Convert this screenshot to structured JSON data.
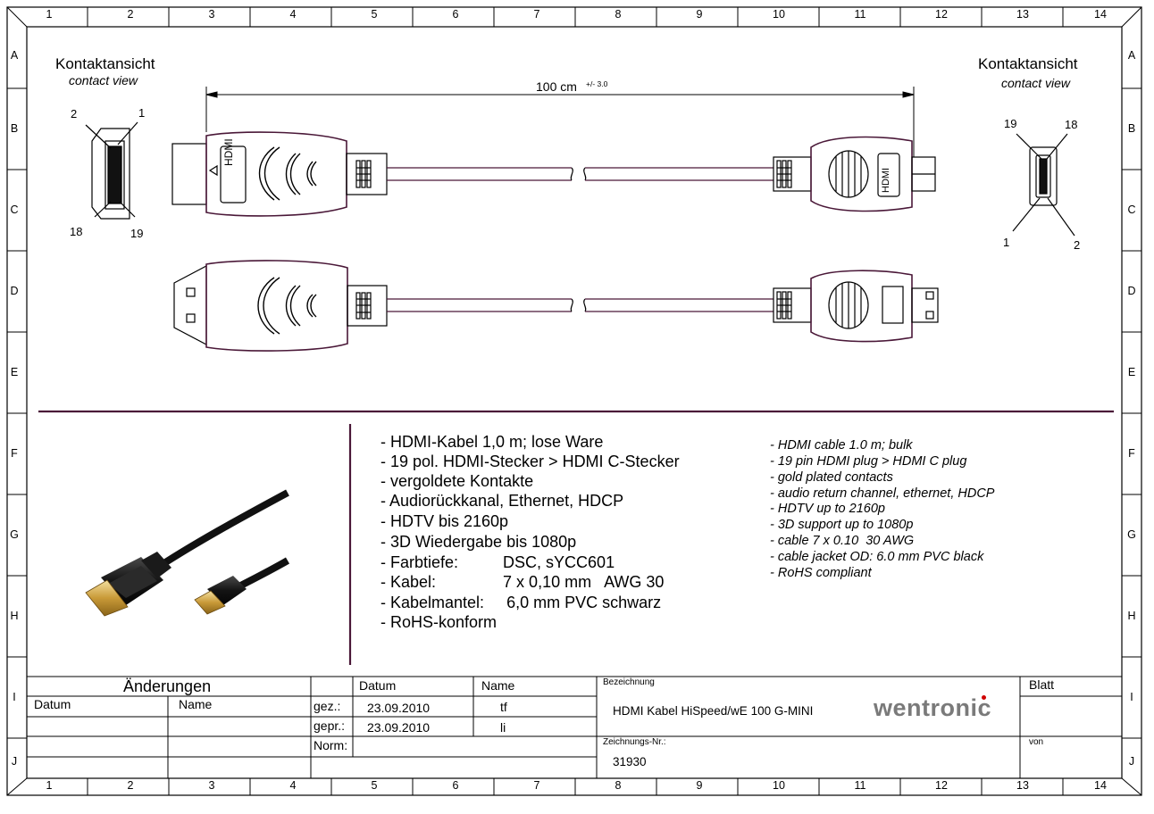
{
  "grid": {
    "columns": [
      "1",
      "2",
      "3",
      "4",
      "5",
      "6",
      "7",
      "8",
      "9",
      "10",
      "11",
      "12",
      "13",
      "14"
    ],
    "rows": [
      "A",
      "B",
      "C",
      "D",
      "E",
      "F",
      "G",
      "H",
      "I",
      "J"
    ]
  },
  "contact_view_left": {
    "title": "Kontaktansicht",
    "subtitle": "contact view",
    "pin_top_left": "2",
    "pin_top_right": "1",
    "pin_bottom_left": "18",
    "pin_bottom_right": "19"
  },
  "contact_view_right": {
    "title": "Kontaktansicht",
    "subtitle": "contact view",
    "pin_top_left": "19",
    "pin_top_right": "18",
    "pin_bottom_left": "1",
    "pin_bottom_right": "2"
  },
  "dimension": {
    "length": "100 cm",
    "tolerance": "+/- 3.0"
  },
  "connector_label": "HDMI",
  "features_de": [
    "- HDMI-Kabel 1,0 m; lose Ware",
    "- 19 pol. HDMI-Stecker > HDMI C-Stecker",
    "- vergoldete Kontakte",
    "- Audiorückkanal, Ethernet, HDCP",
    "- HDTV bis 2160p",
    "- 3D Wiedergabe bis 1080p",
    "- Farbtiefe:          DSC, sYCC601",
    "- Kabel:               7 x 0,10 mm   AWG 30",
    "- Kabelmantel:     6,0 mm PVC schwarz",
    "- RoHS-konform"
  ],
  "features_en": [
    "- HDMI cable 1.0 m; bulk",
    "- 19 pin HDMI plug > HDMI C plug",
    "- gold plated contacts",
    "- audio return channel, ethernet, HDCP",
    "- HDTV up to 2160p",
    "- 3D support up to 1080p",
    "- cable 7 x 0.10  30 AWG",
    "- cable jacket OD: 6.0 mm PVC black",
    "- RoHS compliant"
  ],
  "title_block": {
    "changes_title": "Änderungen",
    "col_date": "Datum",
    "col_name": "Name",
    "drawn_label": "gez.:",
    "drawn_date": "23.09.2010",
    "drawn_name": "tf",
    "checked_label": "gepr.:",
    "checked_date": "23.09.2010",
    "checked_name": "li",
    "norm_label": "Norm:",
    "designation_label": "Bezeichnung",
    "designation": "HDMI Kabel HiSpeed/wE 100 G-MINI",
    "brand": "wentronic",
    "drawing_no_label": "Zeichnungs-Nr.:",
    "drawing_no": "31930",
    "sheet_label": "Blatt",
    "of_label": "von"
  },
  "colors": {
    "frame": "#000000",
    "accent": "#4a1838",
    "brand_gray": "#7a7a7a",
    "brand_dot": "#d00000",
    "gold": "#d8b048"
  }
}
